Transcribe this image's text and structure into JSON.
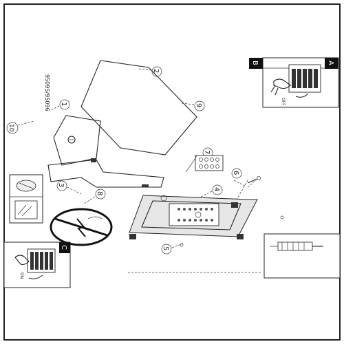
{
  "diagram": {
    "model_code": "95095/95096",
    "step_numbers": [
      "1",
      "2",
      "3",
      "4",
      "5",
      "6",
      "7",
      "8",
      "9",
      "10"
    ],
    "panel_labels": {
      "a": "A",
      "b": "B",
      "c": "C"
    },
    "panel_texts": {
      "off": "OFF",
      "on": "ON"
    }
  },
  "icons": {
    "no_power": "crossed-lightning-icon",
    "glass": "glass-pane-icon",
    "screwdriver": "screwdriver-icon",
    "hand": "hand-icon"
  }
}
